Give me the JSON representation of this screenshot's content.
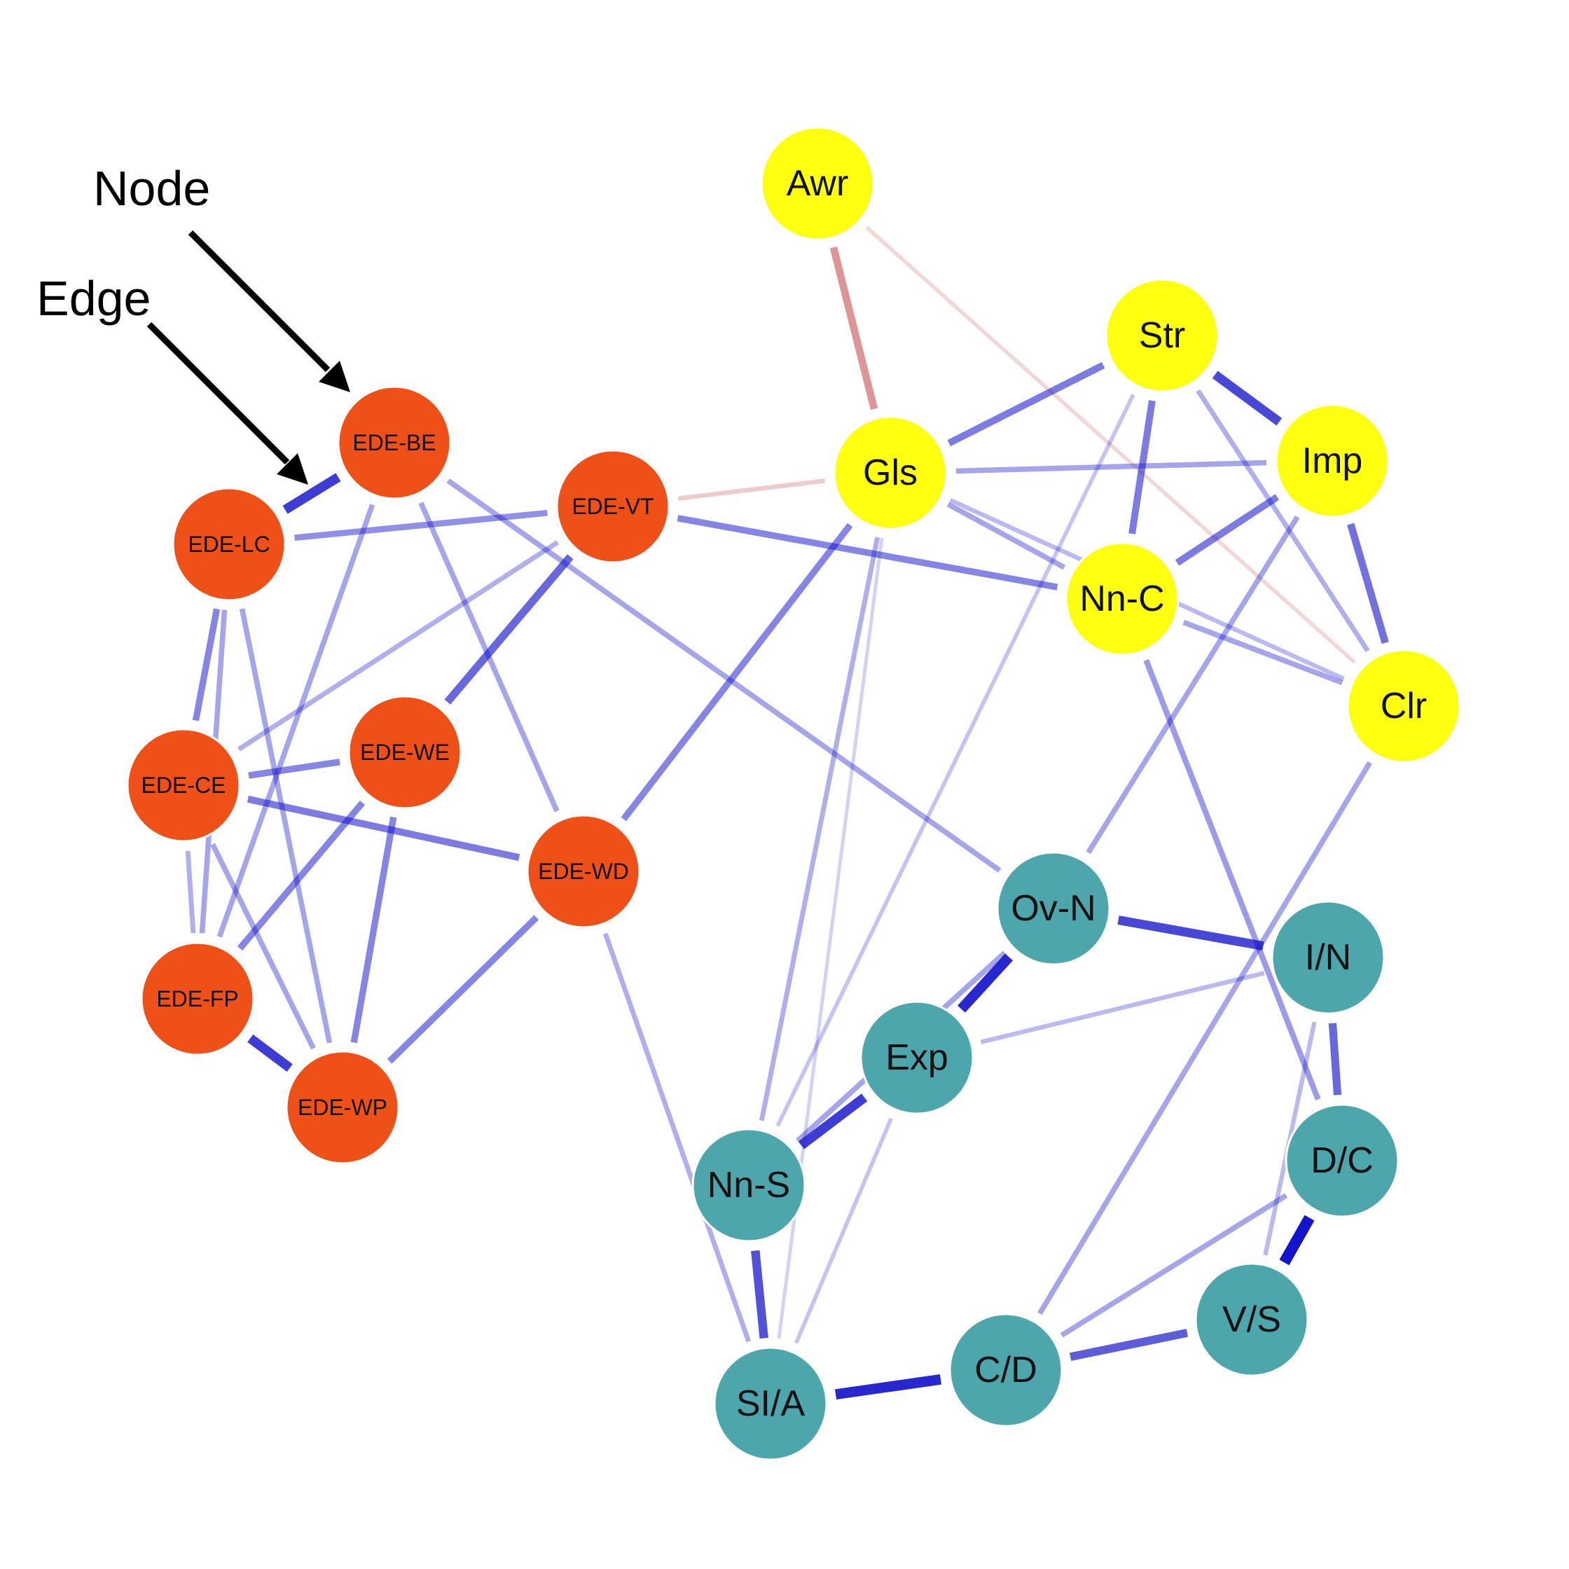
{
  "chart_data": {
    "type": "network",
    "title": "",
    "annotations": [
      {
        "text": "Node",
        "points_to": "EDE-BE"
      },
      {
        "text": "Edge",
        "points_to": "EDE-BE–EDE-LC"
      }
    ],
    "edge_color_positive": "#1414CC",
    "edge_color_negative": "#C85050",
    "groups": [
      {
        "name": "EDE",
        "color": "#EE5018"
      },
      {
        "name": "yellow",
        "color": "#FFFF10"
      },
      {
        "name": "teal",
        "color": "#4DA6AB"
      }
    ],
    "nodes": [
      {
        "id": "EDE-BE",
        "group": 0
      },
      {
        "id": "EDE-LC",
        "group": 0
      },
      {
        "id": "EDE-VT",
        "group": 0
      },
      {
        "id": "EDE-CE",
        "group": 0
      },
      {
        "id": "EDE-WE",
        "group": 0
      },
      {
        "id": "EDE-WD",
        "group": 0
      },
      {
        "id": "EDE-FP",
        "group": 0
      },
      {
        "id": "EDE-WP",
        "group": 0
      },
      {
        "id": "Awr",
        "group": 1
      },
      {
        "id": "Str",
        "group": 1
      },
      {
        "id": "Gls",
        "group": 1
      },
      {
        "id": "Imp",
        "group": 1
      },
      {
        "id": "Nn-C",
        "group": 1
      },
      {
        "id": "Clr",
        "group": 1
      },
      {
        "id": "Ov-N",
        "group": 2
      },
      {
        "id": "I/N",
        "group": 2
      },
      {
        "id": "Exp",
        "group": 2
      },
      {
        "id": "Nn-S",
        "group": 2
      },
      {
        "id": "D/C",
        "group": 2
      },
      {
        "id": "V/S",
        "group": 2
      },
      {
        "id": "C/D",
        "group": 2
      },
      {
        "id": "SI/A",
        "group": 2
      }
    ],
    "edges": [
      {
        "source": "EDE-BE",
        "target": "EDE-LC",
        "weight": 0.8
      },
      {
        "source": "EDE-BE",
        "target": "EDE-FP",
        "weight": 0.3
      },
      {
        "source": "EDE-BE",
        "target": "EDE-WD",
        "weight": 0.3
      },
      {
        "source": "EDE-BE",
        "target": "Ov-N",
        "weight": 0.3
      },
      {
        "source": "EDE-LC",
        "target": "EDE-VT",
        "weight": 0.4
      },
      {
        "source": "EDE-LC",
        "target": "EDE-CE",
        "weight": 0.45
      },
      {
        "source": "EDE-LC",
        "target": "EDE-FP",
        "weight": 0.3
      },
      {
        "source": "EDE-LC",
        "target": "EDE-WP",
        "weight": 0.3
      },
      {
        "source": "EDE-VT",
        "target": "EDE-WE",
        "weight": 0.6
      },
      {
        "source": "EDE-VT",
        "target": "EDE-CE",
        "weight": 0.25
      },
      {
        "source": "EDE-VT",
        "target": "Gls",
        "weight": -0.2
      },
      {
        "source": "EDE-VT",
        "target": "Nn-C",
        "weight": 0.45
      },
      {
        "source": "EDE-CE",
        "target": "EDE-WE",
        "weight": 0.45
      },
      {
        "source": "EDE-CE",
        "target": "EDE-WD",
        "weight": 0.5
      },
      {
        "source": "EDE-CE",
        "target": "EDE-FP",
        "weight": 0.25
      },
      {
        "source": "EDE-CE",
        "target": "EDE-WP",
        "weight": 0.3
      },
      {
        "source": "EDE-WE",
        "target": "EDE-FP",
        "weight": 0.45
      },
      {
        "source": "EDE-WE",
        "target": "EDE-WP",
        "weight": 0.45
      },
      {
        "source": "EDE-WD",
        "target": "EDE-WP",
        "weight": 0.45
      },
      {
        "source": "EDE-WD",
        "target": "Gls",
        "weight": 0.45
      },
      {
        "source": "EDE-WD",
        "target": "SI/A",
        "weight": 0.25
      },
      {
        "source": "EDE-FP",
        "target": "EDE-WP",
        "weight": 0.8
      },
      {
        "source": "Awr",
        "target": "Gls",
        "weight": -0.55
      },
      {
        "source": "Awr",
        "target": "Clr",
        "weight": -0.12
      },
      {
        "source": "Gls",
        "target": "Str",
        "weight": 0.5
      },
      {
        "source": "Gls",
        "target": "Imp",
        "weight": 0.3
      },
      {
        "source": "Gls",
        "target": "Nn-C",
        "weight": 0.3
      },
      {
        "source": "Gls",
        "target": "Clr",
        "weight": 0.2
      },
      {
        "source": "Gls",
        "target": "Nn-S",
        "weight": 0.25
      },
      {
        "source": "Gls",
        "target": "SI/A",
        "weight": 0.08
      },
      {
        "source": "Str",
        "target": "Imp",
        "weight": 0.75
      },
      {
        "source": "Str",
        "target": "Nn-C",
        "weight": 0.5
      },
      {
        "source": "Str",
        "target": "Clr",
        "weight": 0.25
      },
      {
        "source": "Str",
        "target": "Nn-S",
        "weight": 0.15
      },
      {
        "source": "Imp",
        "target": "Nn-C",
        "weight": 0.5
      },
      {
        "source": "Imp",
        "target": "Clr",
        "weight": 0.55
      },
      {
        "source": "Imp",
        "target": "Ov-N",
        "weight": 0.3
      },
      {
        "source": "Nn-C",
        "target": "Clr",
        "weight": 0.3
      },
      {
        "source": "Nn-C",
        "target": "D/C",
        "weight": 0.35
      },
      {
        "source": "Clr",
        "target": "C/D",
        "weight": 0.3
      },
      {
        "source": "Ov-N",
        "target": "I/N",
        "weight": 0.75
      },
      {
        "source": "Ov-N",
        "target": "Exp",
        "weight": 0.9
      },
      {
        "source": "Ov-N",
        "target": "Nn-S",
        "weight": 0.3
      },
      {
        "source": "Exp",
        "target": "Nn-S",
        "weight": 0.8
      },
      {
        "source": "Exp",
        "target": "I/N",
        "weight": 0.2
      },
      {
        "source": "Exp",
        "target": "SI/A",
        "weight": 0.15
      },
      {
        "source": "Nn-S",
        "target": "SI/A",
        "weight": 0.7
      },
      {
        "source": "I/N",
        "target": "D/C",
        "weight": 0.6
      },
      {
        "source": "I/N",
        "target": "V/S",
        "weight": 0.2
      },
      {
        "source": "D/C",
        "target": "V/S",
        "weight": 1.0
      },
      {
        "source": "D/C",
        "target": "C/D",
        "weight": 0.3
      },
      {
        "source": "V/S",
        "target": "C/D",
        "weight": 0.65
      },
      {
        "source": "C/D",
        "target": "SI/A",
        "weight": 0.9
      }
    ]
  }
}
